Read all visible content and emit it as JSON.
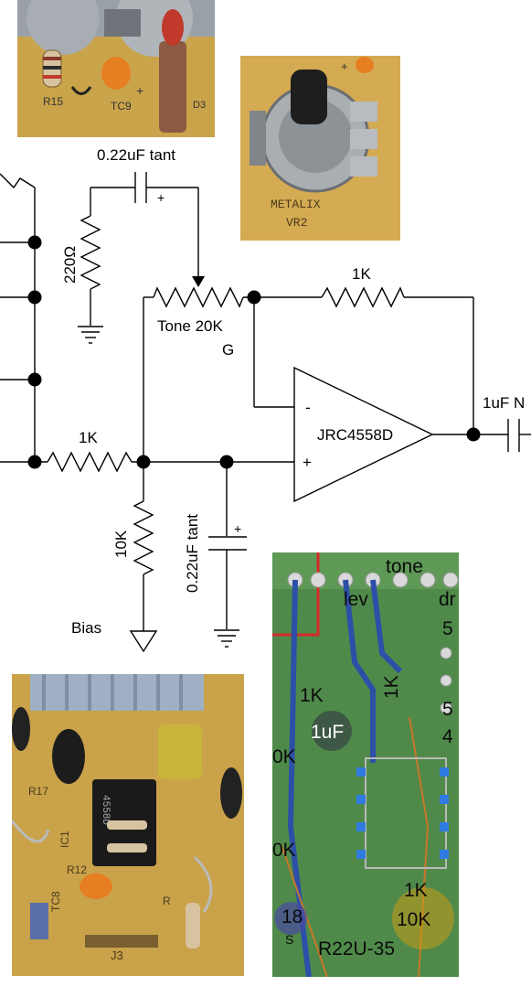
{
  "schematic": {
    "cap_top_label": "0.22uF tant",
    "cap_top_plus": "+",
    "res_220_label": "220Ω",
    "tone_pot_label": "Tone 20K",
    "tone_pot_sub": "G",
    "res_fb_label": "1K",
    "opamp_label": "JRC4558D",
    "opamp_minus": "-",
    "opamp_plus": "+",
    "res_in_label": "1K",
    "res_bias_label": "10K",
    "bias_label": "Bias",
    "cap_bias_label": "0.22uF tant",
    "cap_bias_plus": "+",
    "cap_out_label": "1uF N"
  },
  "photo_top_left": {
    "silk_r15": "R15",
    "silk_tc9": "TC9",
    "silk_d3": "D3",
    "silk_plus": "+"
  },
  "photo_top_right": {
    "silk_brand": "METALIX",
    "silk_ref": "VR2",
    "silk_plus": "+"
  },
  "photo_board": {
    "label_tone": "tone",
    "label_lev": "lev",
    "label_dr": "dr",
    "label_5a": "5",
    "label_1k_a": "1K",
    "label_1k_b": "1K",
    "label_1uf": "1uF",
    "label_5b": "5",
    "label_4": "4",
    "label_0k_a": "0K",
    "label_0k_b": "0K",
    "label_1k_c": "1K",
    "label_10k": "10K",
    "label_18": "18",
    "label_s": "S",
    "label_r22": "R22U-35"
  },
  "photo_bottom_left": {
    "silk_r17": "R17",
    "silk_ic1": "IC1",
    "silk_r12": "R12",
    "silk_tc8": "TC8",
    "silk_j3": "J3",
    "silk_r": "R",
    "chip_text": "4558D"
  }
}
